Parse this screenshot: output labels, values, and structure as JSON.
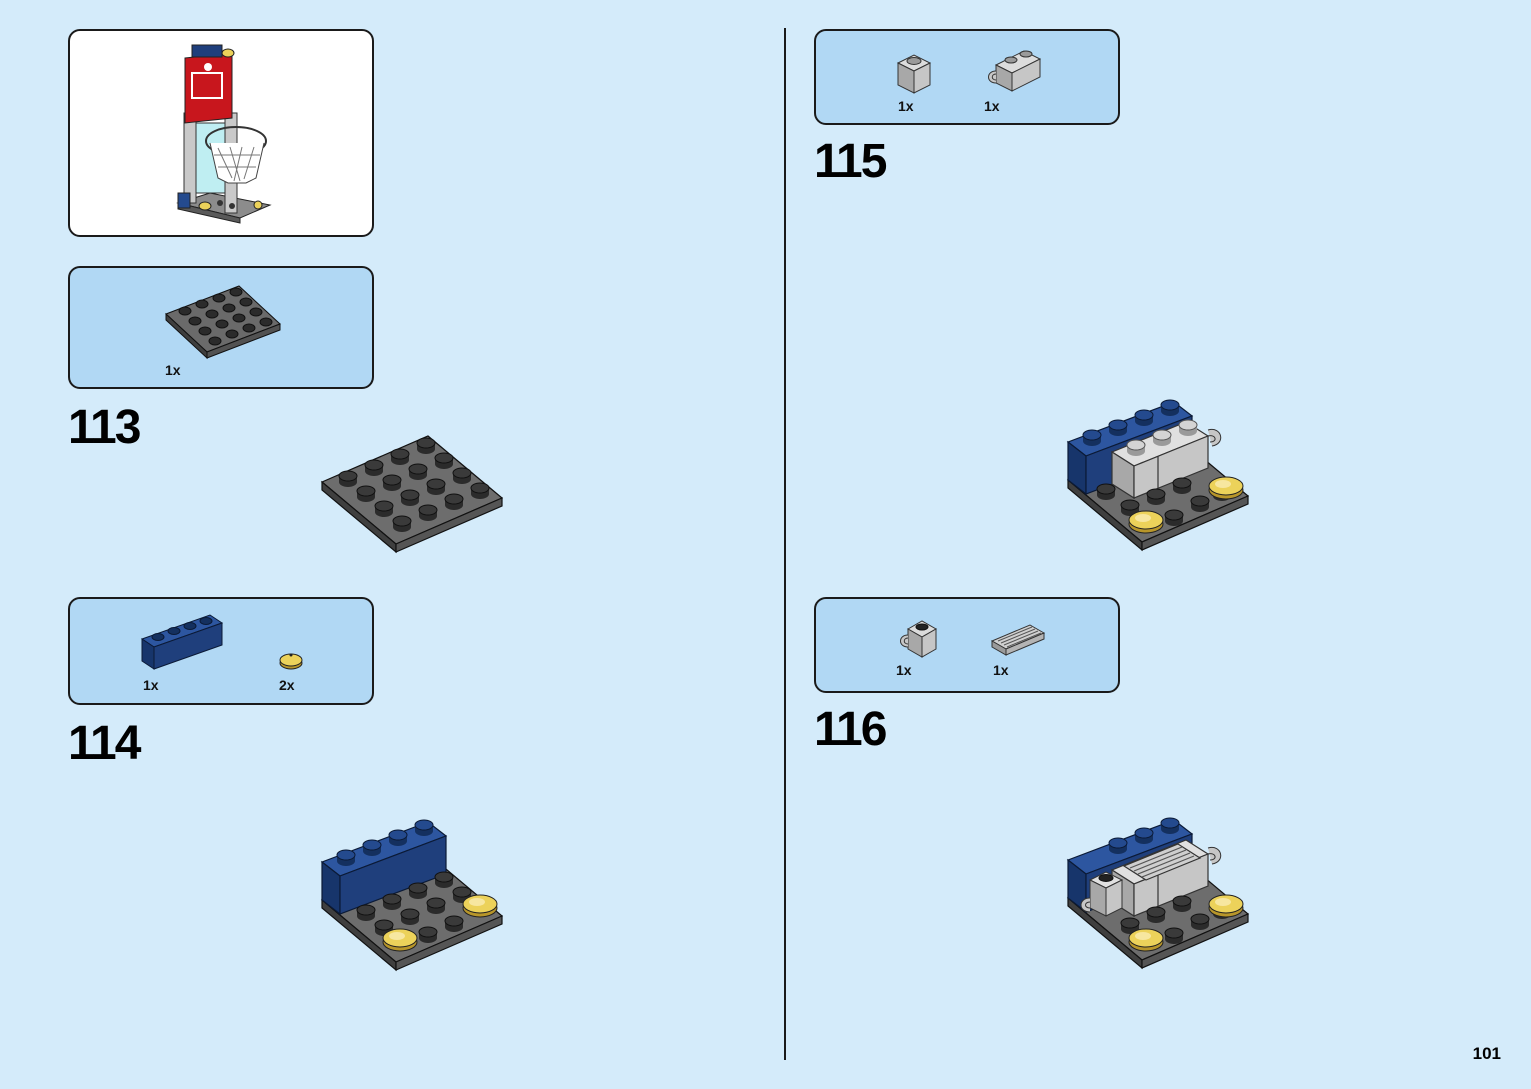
{
  "page": {
    "number": "101"
  },
  "preview": {
    "icon": "basketball-arcade-model-icon"
  },
  "steps": [
    {
      "number": "113",
      "parts": [
        {
          "qty": "1x",
          "icon": "dark-grey-4x4-plate-icon"
        }
      ]
    },
    {
      "number": "114",
      "parts": [
        {
          "qty": "1x",
          "icon": "dark-blue-1x4-brick-icon"
        },
        {
          "qty": "2x",
          "icon": "gold-round-tile-icon"
        }
      ]
    },
    {
      "number": "115",
      "parts": [
        {
          "qty": "1x",
          "icon": "grey-1x1-brick-icon"
        },
        {
          "qty": "1x",
          "icon": "grey-1x2-brick-with-clip-icon"
        }
      ]
    },
    {
      "number": "116",
      "parts": [
        {
          "qty": "1x",
          "icon": "grey-1x1-brick-with-clip-icon"
        },
        {
          "qty": "1x",
          "icon": "grille-tile-icon"
        }
      ]
    }
  ],
  "colors": {
    "background": "#d4ebfa",
    "parts_panel": "#b1d8f4",
    "dark_grey": "#595959",
    "dark_blue": "#1f3f7c",
    "light_grey": "#c6c6c6",
    "gold": "#e8cb4a",
    "red": "#c8161d"
  }
}
